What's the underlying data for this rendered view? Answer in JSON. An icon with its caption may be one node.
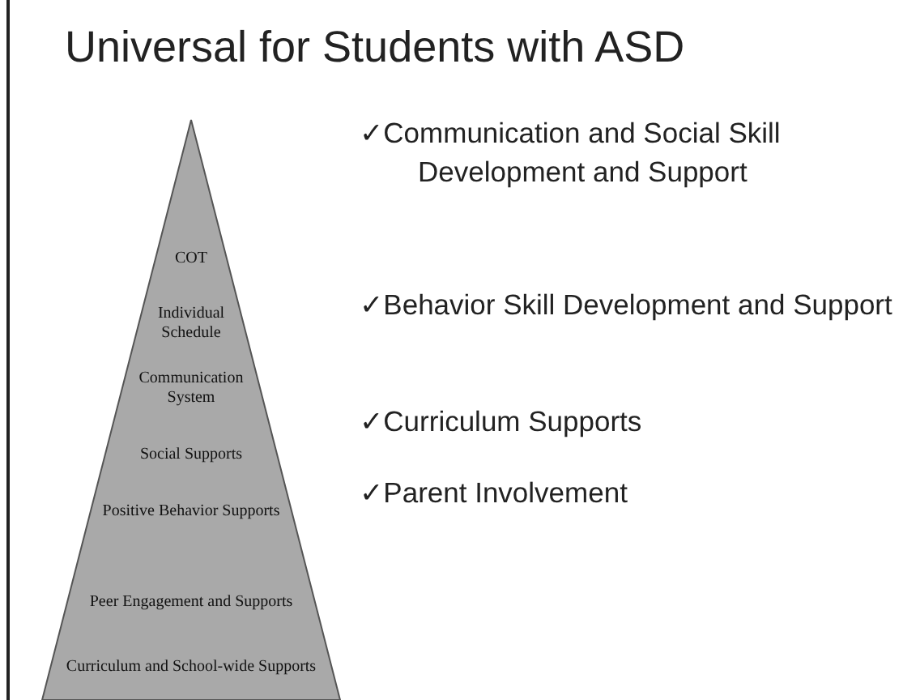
{
  "diagram": {
    "title": "Universal for Students with ASD",
    "nodes": [
      {
        "text": [
          "COT",
          "Individual Schedule",
          "Communication System",
          "Social Supports",
          "Positive Behavior Supports",
          "Peer Engagement and Supports",
          "Curriculum and School-wide Supports"
        ]
      }
    ],
    "edges": [],
    "labels": [
      "✓Communication and Social Skill Development and Support",
      "✓Behavior Skill Development and Support",
      "✓Curriculum Supports",
      "✓Parent Involvement"
    ]
  }
}
